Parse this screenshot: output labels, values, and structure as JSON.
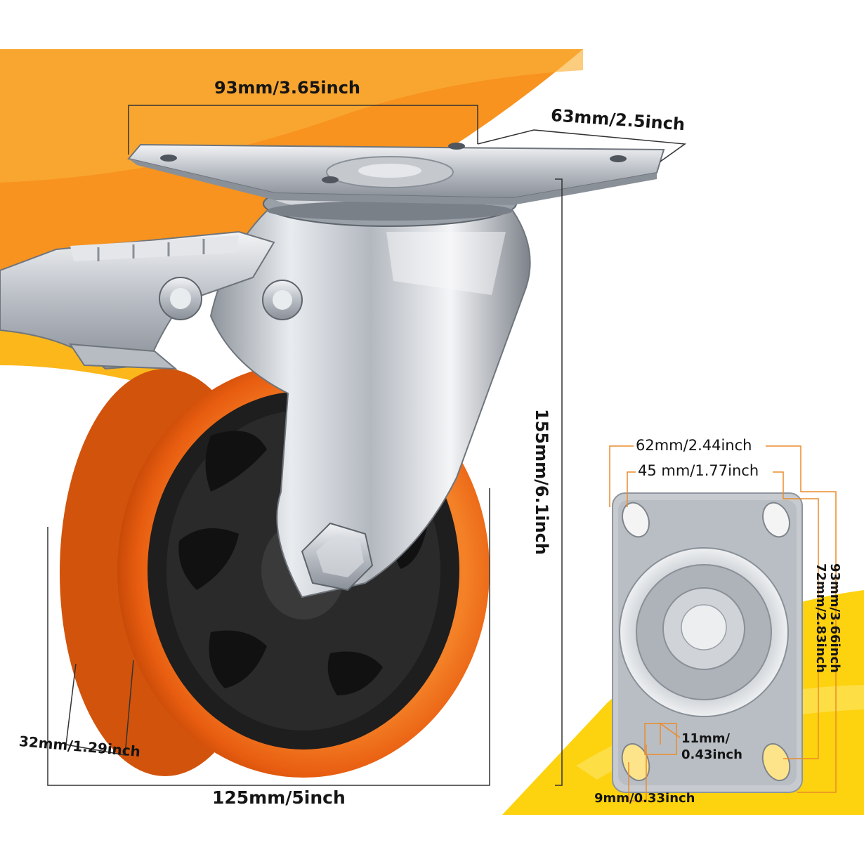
{
  "photo": {
    "subject": "swivel caster wheel with brake",
    "colors": {
      "accent_orange": "#f7931e",
      "accent_yellow": "#fdd20e",
      "wheel_orange": "#f26b1d",
      "hub_dark": "#1e1e1e",
      "steel": "#c8ccd2"
    }
  },
  "dimensions": {
    "plate_width": "93mm/3.65inch",
    "plate_depth": "63mm/2.5inch",
    "total_height": "155mm/6.1inch",
    "wheel_width": "32mm/1.29inch",
    "wheel_diameter": "125mm/5inch"
  },
  "plate_detail": {
    "bolt_outer": "62mm/2.44inch",
    "bolt_inner": "45 mm/1.77inch",
    "hole_length": "11mm/",
    "hole_length_in": "0.43inch",
    "hole_width": "9mm/0.33inch",
    "plate_height": "93mm/3.66inch",
    "bolt_spacing": "72mm/2.83inch"
  }
}
